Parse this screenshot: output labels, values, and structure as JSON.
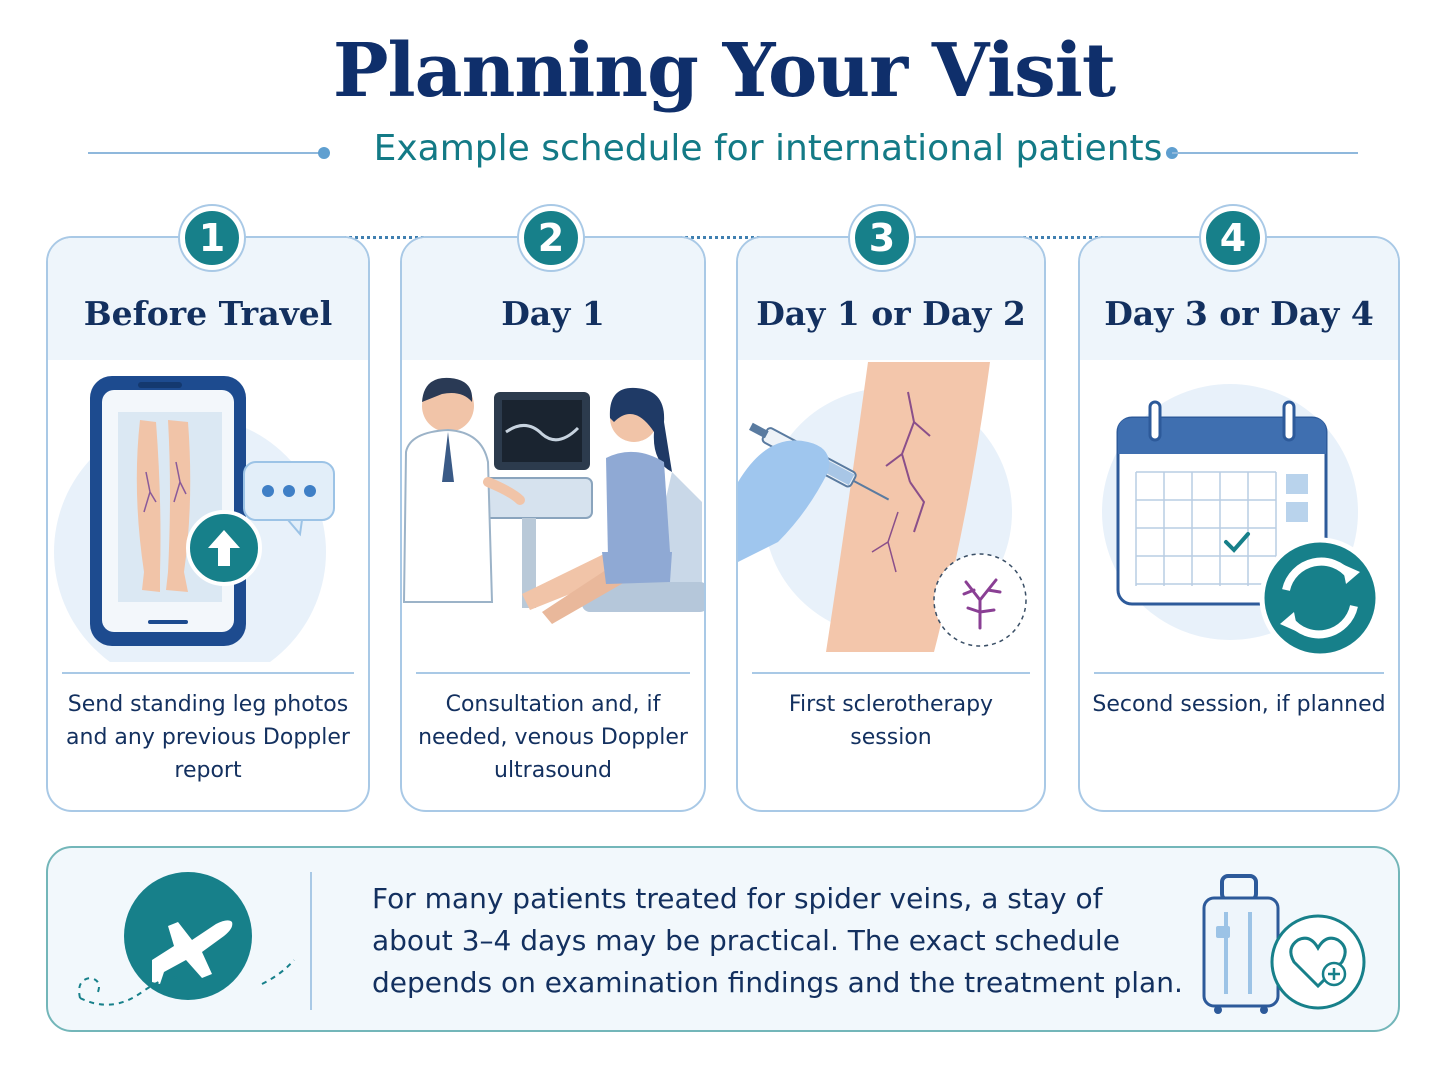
{
  "header": {
    "title": "Planning Your Visit",
    "subtitle": "Example schedule for international patients"
  },
  "steps": [
    {
      "number": "1",
      "title": "Before Travel",
      "description": "Send standing leg photos and any previous Doppler report",
      "icon": "phone-upload-icon"
    },
    {
      "number": "2",
      "title": "Day 1",
      "description": "Consultation and, if needed, venous Doppler ultrasound",
      "icon": "ultrasound-consultation-icon"
    },
    {
      "number": "3",
      "title": "Day 1 or Day 2",
      "description": "First sclerotherapy session",
      "icon": "injection-icon"
    },
    {
      "number": "4",
      "title": "Day 3 or Day 4",
      "description": "Second session, if planned",
      "icon": "calendar-repeat-icon"
    }
  ],
  "footer": {
    "text": "For many patients treated for spider veins, a stay of about 3–4 days may be practical. The exact schedule depends on examination findings and the treatment plan.",
    "left_icon": "airplane-icon",
    "right_icon": "suitcase-heart-icon"
  },
  "colors": {
    "navy": "#0f2f6b",
    "teal": "#17808a",
    "light_blue": "#a9c9e6",
    "panel_bg": "#eef5fb"
  }
}
